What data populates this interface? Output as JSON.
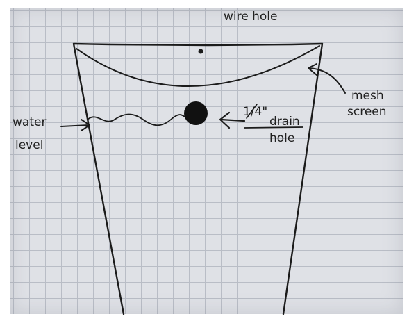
{
  "labels": {
    "wire_hole": "wire hole",
    "mesh": "mesh",
    "screen": "screen",
    "water": "water",
    "level": "level",
    "drain_fraction": "1/4\"",
    "drain": "drain",
    "hole": "hole"
  },
  "colors": {
    "paper": "#dfe1e6",
    "grid": "#b9bdc6",
    "ink": "#1b1b1b"
  }
}
